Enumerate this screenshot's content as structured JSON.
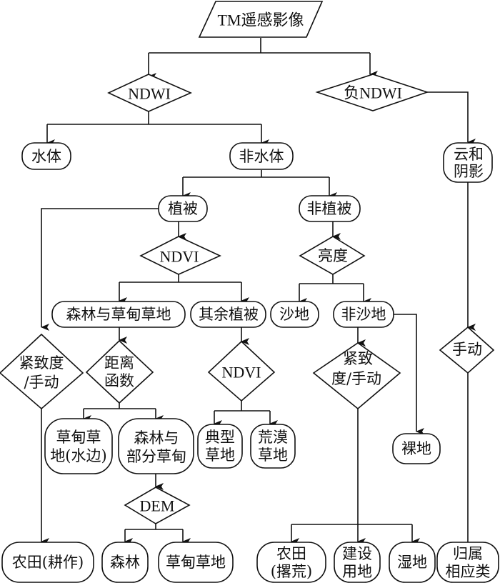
{
  "title": "TM遥感影像土地覆盖分类流程图",
  "nodes": {
    "tm": "TM遥感影像",
    "ndwi": "NDWI",
    "neg_ndwi": "负NDWI",
    "water": "水体",
    "non_water": "非水体",
    "cloud_l1": "云和",
    "cloud_l2": "阴影",
    "veg": "植被",
    "non_veg": "非植被",
    "ndvi1": "NDVI",
    "brightness": "亮度",
    "forest_meadow": "森林与草甸草地",
    "other_veg": "其余植被",
    "sand": "沙地",
    "non_sand": "非沙地",
    "manual_right": "手动",
    "compact_left_l1": "紧致度",
    "compact_left_l2": "/手动",
    "dist_l1": "距离",
    "dist_l2": "函数",
    "ndvi2": "NDVI",
    "compact_mid_l1": "紧致",
    "compact_mid_l2": "度/手动",
    "meadow_water_l1": "草甸草",
    "meadow_water_l2": "地(水边)",
    "forest_part_l1": "森林与",
    "forest_part_l2": "部分草甸",
    "typical_l1": "典型",
    "typical_l2": "草地",
    "desert_l1": "荒漠",
    "desert_l2": "草地",
    "bare": "裸地",
    "dem": "DEM",
    "farm_cult": "农田(耕作)",
    "forest": "森林",
    "meadow": "草甸草地",
    "farm_aband_l1": "农田",
    "farm_aband_l2": "(撂荒)",
    "built_l1": "建设",
    "built_l2": "用地",
    "wetland": "湿地",
    "assign_l1": "归属",
    "assign_l2": "相应类"
  }
}
